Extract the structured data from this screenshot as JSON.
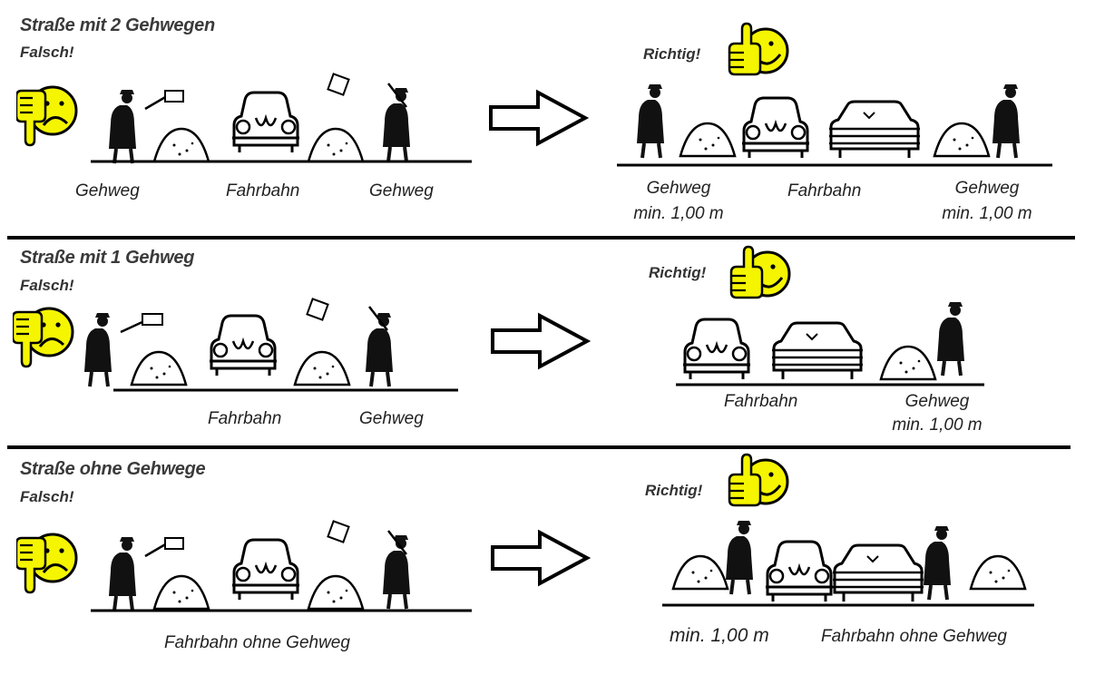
{
  "sections": [
    {
      "title": "Straße mit 2 Gehwegen",
      "wrong": {
        "verdict": "Falsch!",
        "icon": "thumbs-down-sad-smiley-icon",
        "labels": [
          "Gehweg",
          "Fahrbahn",
          "Gehweg"
        ]
      },
      "arrow_icon": "right-arrow-icon",
      "right": {
        "verdict": "Richtig!",
        "icon": "thumbs-up-happy-smiley-icon",
        "labels": [
          {
            "name": "Gehweg",
            "min": "min. 1,00 m"
          },
          {
            "name": "Fahrbahn",
            "min": ""
          },
          {
            "name": "Gehweg",
            "min": "min. 1,00 m"
          }
        ]
      }
    },
    {
      "title": "Straße mit 1 Gehweg",
      "wrong": {
        "verdict": "Falsch!",
        "icon": "thumbs-down-sad-smiley-icon",
        "labels": [
          "Fahrbahn",
          "Gehweg"
        ]
      },
      "arrow_icon": "right-arrow-icon",
      "right": {
        "verdict": "Richtig!",
        "icon": "thumbs-up-happy-smiley-icon",
        "labels": [
          {
            "name": "Fahrbahn",
            "min": ""
          },
          {
            "name": "Gehweg",
            "min": "min. 1,00 m"
          }
        ]
      }
    },
    {
      "title": "Straße ohne Gehwege",
      "wrong": {
        "verdict": "Falsch!",
        "icon": "thumbs-down-sad-smiley-icon",
        "labels": [
          "Fahrbahn ohne Gehweg"
        ]
      },
      "arrow_icon": "right-arrow-icon",
      "right": {
        "verdict": "Richtig!",
        "icon": "thumbs-up-happy-smiley-icon",
        "labels": [
          {
            "name": "min. 1,00 m",
            "min": ""
          },
          {
            "name": "Fahrbahn ohne Gehweg",
            "min": ""
          }
        ]
      }
    }
  ],
  "colors": {
    "smiley_yellow": "#f5f500",
    "ink": "#111111"
  }
}
